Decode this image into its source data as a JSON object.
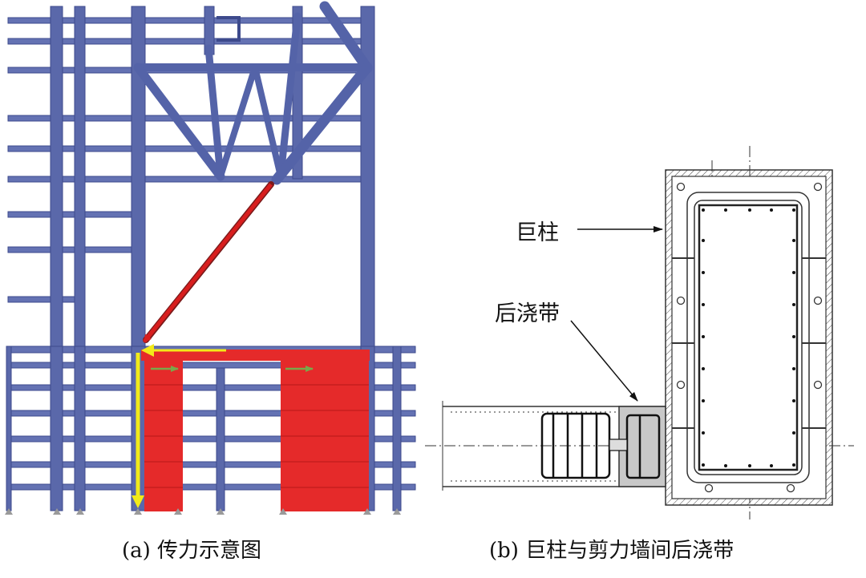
{
  "panel_a": {
    "caption": "(a) 传力示意图",
    "colors": {
      "steel": "#5966a8",
      "steel_edge": "#3d4a8c",
      "wall": "#e52a2a",
      "load_path": "#d81e1e",
      "shear": "#f2ea1a",
      "arrow_small": "#7aa84a"
    }
  },
  "panel_b": {
    "caption": "(b) 巨柱与剪力墙间后浇带",
    "label_column": "巨柱",
    "label_strip": "后浇带",
    "colors": {
      "line": "#333333",
      "strip_fill": "#c8c8c8"
    }
  }
}
